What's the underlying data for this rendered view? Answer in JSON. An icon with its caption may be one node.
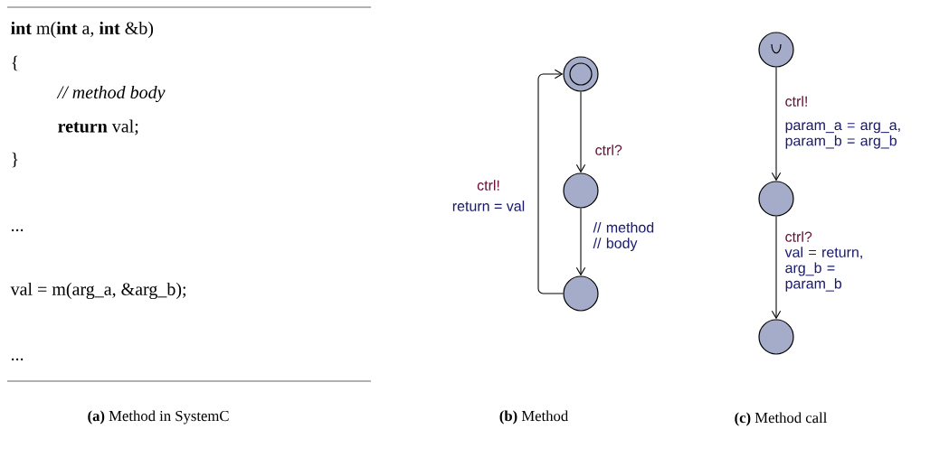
{
  "diagram": {
    "nodes": [
      {
        "text": [],
        "shape": "double-circle"
      },
      {
        "text": [],
        "shape": "circle"
      },
      {
        "text": [],
        "shape": "circle"
      },
      {
        "text": [],
        "shape": "circle"
      },
      {
        "text": [],
        "shape": "circle"
      },
      {
        "text": [],
        "shape": "circle"
      }
    ],
    "edges": [
      {
        "from": 0,
        "to": 1,
        "arrow": "to",
        "label": "ctrl?"
      },
      {
        "from": 1,
        "to": 2,
        "arrow": "to",
        "label": "// method // body"
      },
      {
        "from": 2,
        "to": 0,
        "arrow": "to",
        "label": "ctrl!"
      },
      {
        "from": 3,
        "to": 4,
        "arrow": "to",
        "label": "ctrl!"
      },
      {
        "from": 4,
        "to": 5,
        "arrow": "to",
        "label": "ctrl?"
      }
    ],
    "labels": [
      "**int** m(**int** a, **int** &b)",
      "{",
      "// method body",
      "**return** val;",
      "}",
      "...",
      "val = m(arg_a, &arg_b);",
      "...",
      "return = val",
      "param_a = arg_a, param_b = arg_b",
      "val = return, arg_b = param_b",
      "**(a)** Method in SystemC",
      "**(b)** Method",
      "**(c)** Method call"
    ]
  }
}
